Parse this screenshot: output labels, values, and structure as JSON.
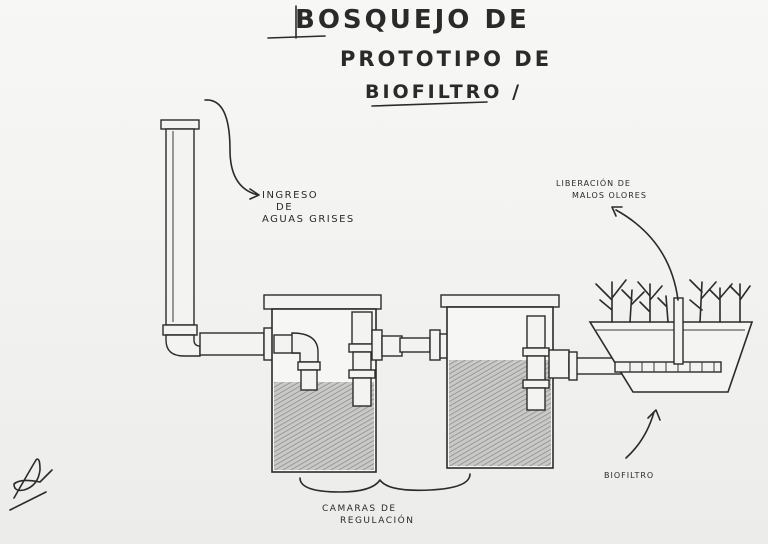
{
  "title": {
    "line1": "BOSQUEJO DE",
    "line2": "PROTOTIPO DE",
    "line3": "BIOFILTRO /"
  },
  "labels": {
    "intake_line1": "INGRESO",
    "intake_line2": "DE",
    "intake_line3": "AGUAS GRISES",
    "odor_line1": "LIBERACIÓN DE",
    "odor_line2": "MALOS OLORES",
    "chambers_line1": "CAMARAS DE",
    "chambers_line2": "REGULACIÓN",
    "biofilter": "BIOFILTRO"
  },
  "colors": {
    "ink": "#2b2b2b",
    "paper": "#f3f3f1",
    "water": "#9a9a9a"
  }
}
